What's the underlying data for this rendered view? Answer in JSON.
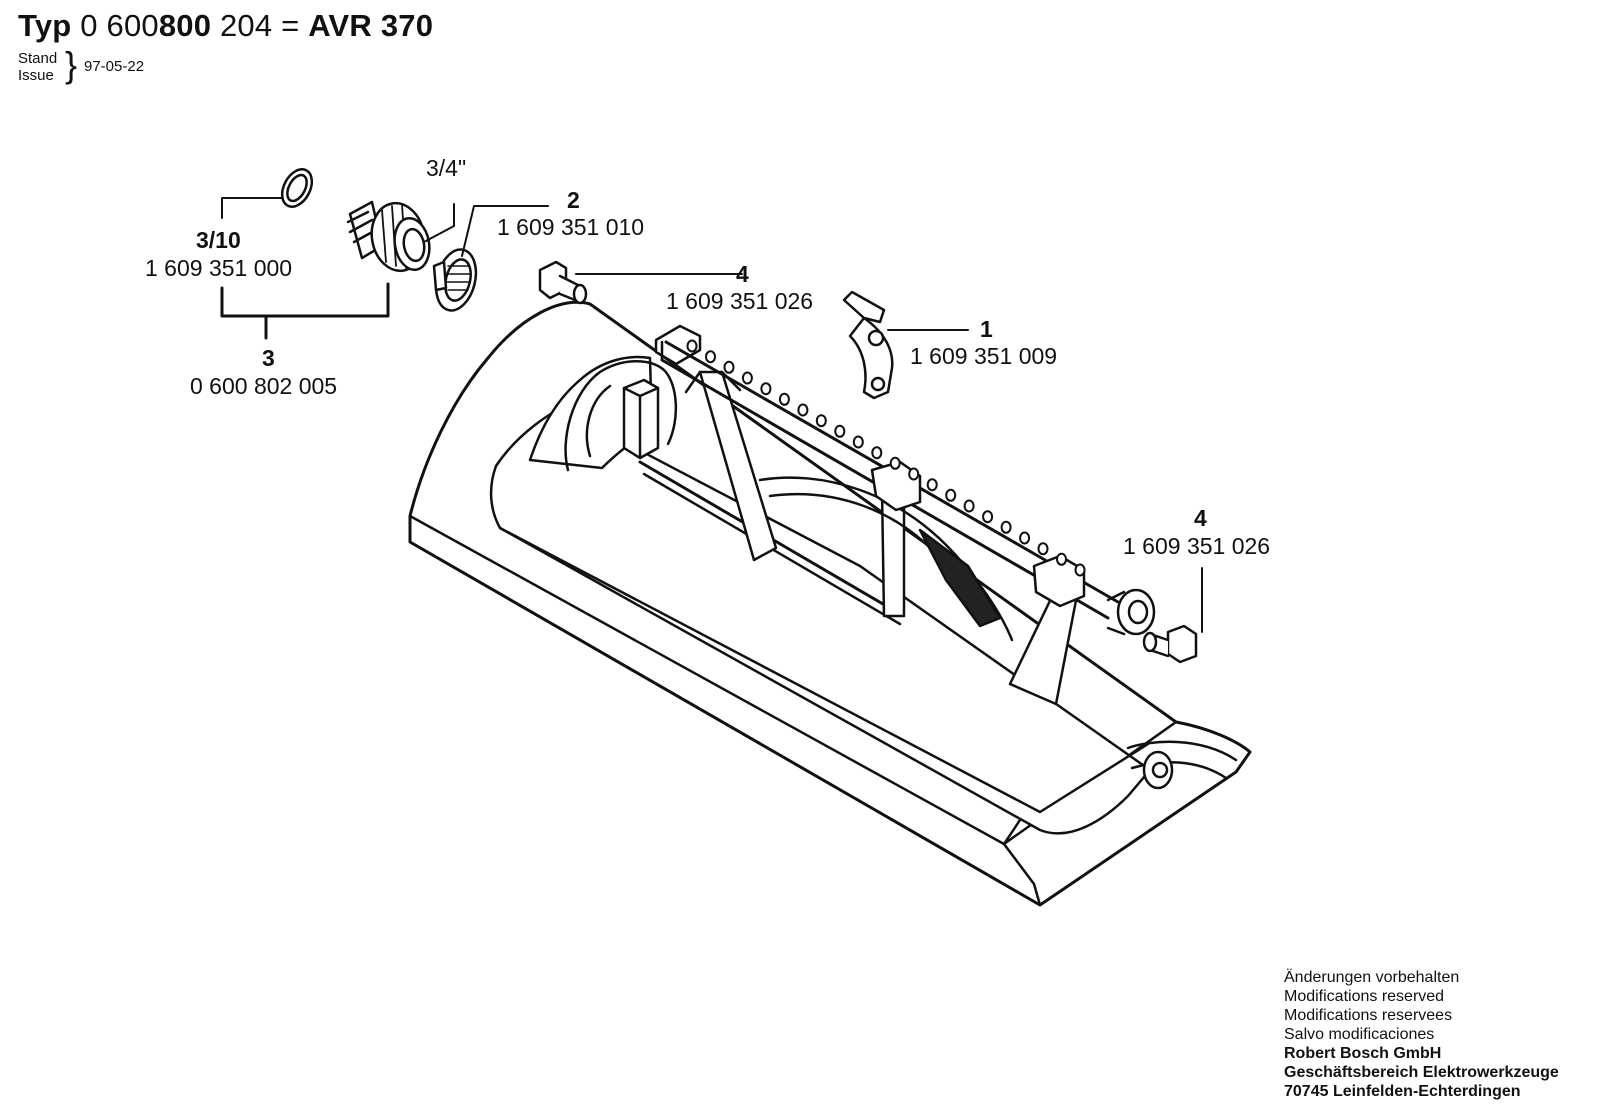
{
  "header": {
    "typ_word": "Typ",
    "part_a": "0 600",
    "part_b": "800",
    "part_c": "204 =",
    "model": "AVR 370",
    "issue_label_1": "Stand",
    "issue_label_2": "Issue",
    "issue_date": "97-05-22"
  },
  "callouts": {
    "ring": {
      "ref": "3/10",
      "part": "1 609 351 000"
    },
    "adapter_thread": {
      "label": "3/4\""
    },
    "assembly": {
      "ref": "3",
      "part": "0 600 802 005"
    },
    "filter": {
      "ref": "2",
      "part": "1 609 351 010"
    },
    "plug_top": {
      "ref": "4",
      "part": "1 609 351 026"
    },
    "lever": {
      "ref": "1",
      "part": "1 609 351 009"
    },
    "plug_right": {
      "ref": "4",
      "part": "1 609 351 026"
    }
  },
  "footer": {
    "line1": "Änderungen vorbehalten",
    "line2": "Modifications reserved",
    "line3": "Modifications reservees",
    "line4": "Salvo modificaciones",
    "company": "Robert Bosch GmbH",
    "division": "Geschäftsbereich Elektrowerkzeuge",
    "address": "70745 Leinfelden-Echterdingen"
  }
}
